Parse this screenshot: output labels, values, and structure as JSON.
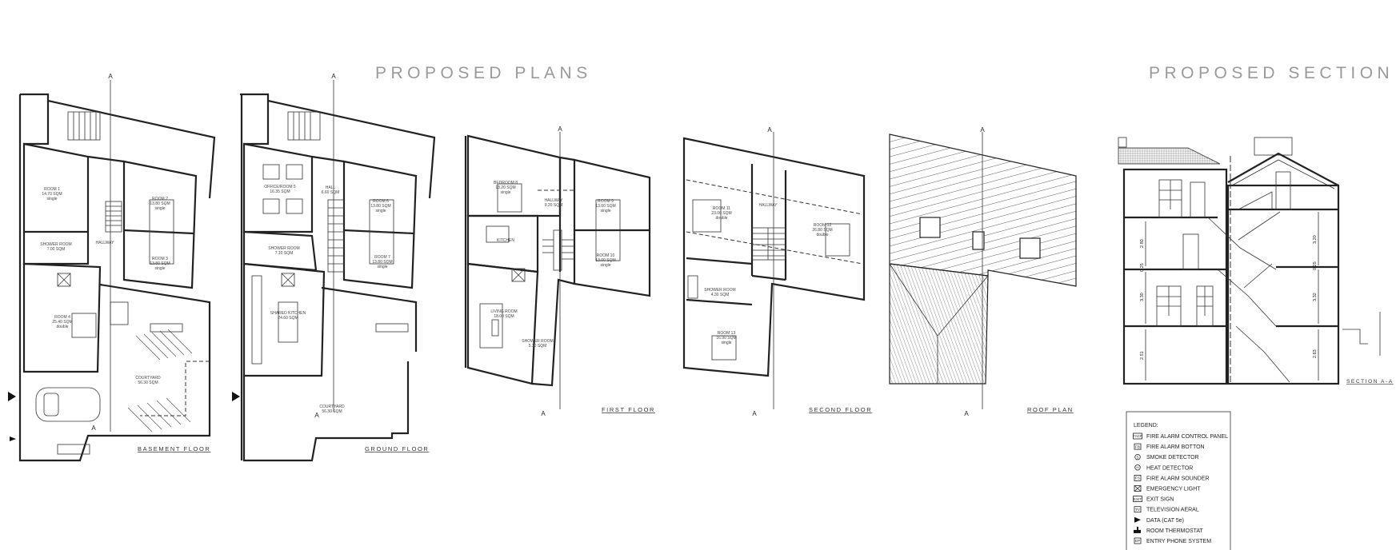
{
  "titles": {
    "plans": "PROPOSED PLANS",
    "section": "PROPOSED SECTION"
  },
  "section_marker": "A",
  "plans": {
    "basement": {
      "label": "BASEMENT FLOOR",
      "rooms": [
        {
          "name": "ROOM 1",
          "area": "14.70 SQM",
          "type": "single"
        },
        {
          "name": "ROOM 2",
          "area": "13.80 SQM",
          "type": "single"
        },
        {
          "name": "ROOM 3",
          "area": "13.80 SQM",
          "type": "single"
        },
        {
          "name": "SHOWER ROOM",
          "area": "7.00 SQM"
        },
        {
          "name": "HALLWAY"
        },
        {
          "name": "ROOM 4",
          "area": "25.40 SQM",
          "type": "double"
        },
        {
          "name": "COURTYARD",
          "area": "56.30 SQM"
        }
      ]
    },
    "ground": {
      "label": "GROUND FLOOR",
      "rooms": [
        {
          "name": "OFFICE/ROOM 5",
          "area": "16.35 SQM"
        },
        {
          "name": "HALL",
          "area": "6.60 SQM"
        },
        {
          "name": "ROOM 6",
          "area": "13.80 SQM",
          "type": "single"
        },
        {
          "name": "ROOM 7",
          "area": "13.80 SQM",
          "type": "single"
        },
        {
          "name": "SHOWER ROOM",
          "area": "7.10 SQM"
        },
        {
          "name": "SHARED KITCHEN",
          "area": "24.60 SQM"
        },
        {
          "name": "COURTYARD",
          "area": "56.30 SQM"
        }
      ]
    },
    "first": {
      "label": "FIRST FLOOR",
      "rooms": [
        {
          "name": "BEDROOM 8",
          "area": "13.20 SQM",
          "type": "single"
        },
        {
          "name": "HALLWAY",
          "area": "9.20 SQM"
        },
        {
          "name": "ROOM 9",
          "area": "13.00 SQM",
          "type": "single"
        },
        {
          "name": "KITCHEN"
        },
        {
          "name": "ROOM 10",
          "area": "13.00 SQM",
          "type": "single"
        },
        {
          "name": "LIVING ROOM",
          "area": "18.00 SQM"
        },
        {
          "name": "SHOWER ROOM",
          "area": "5.30 SQM"
        }
      ]
    },
    "second": {
      "label": "SECOND FLOOR",
      "rooms": [
        {
          "name": "ROOM 11",
          "area": "23.00 SQM",
          "type": "double"
        },
        {
          "name": "HALLWAY"
        },
        {
          "name": "ROOM 12",
          "area": "26.80 SQM",
          "type": "double"
        },
        {
          "name": "SHOWER ROOM",
          "area": "4.30 SQM"
        },
        {
          "name": "ROOM 13",
          "area": "16.90 SQM",
          "type": "single"
        }
      ]
    },
    "roof": {
      "label": "ROOF PLAN"
    }
  },
  "section": {
    "label": "SECTION A-A",
    "dims_left": [
      "2.80",
      "3.30",
      "2.51"
    ],
    "dims_right": [
      "3.20",
      "3.32",
      "2.63"
    ],
    "slab": "0.25"
  },
  "legend": {
    "title": "LEGEND:",
    "items": [
      {
        "icon": "fire-alarm-control-panel",
        "icon_text": "FACP",
        "label": "FIRE ALARM CONTROL PANEL"
      },
      {
        "icon": "fire-alarm-button",
        "icon_text": "FB",
        "label": "FIRE ALARM BOTTON"
      },
      {
        "icon": "smoke-detector",
        "icon_text": "S",
        "label": "SMOKE DETECTOR"
      },
      {
        "icon": "heat-detector",
        "icon_text": "H",
        "label": "HEAT DETECTOR"
      },
      {
        "icon": "fire-alarm-sounder",
        "icon_text": "FS",
        "label": "FIRE ALARM SOUNDER"
      },
      {
        "icon": "emergency-light",
        "icon_text": "",
        "label": "EMERGENCY LIGHT"
      },
      {
        "icon": "exit-sign",
        "icon_text": "EXIT",
        "label": "EXIT SIGN"
      },
      {
        "icon": "television-aerial",
        "icon_text": "TV",
        "label": "TELEVISION AERAL"
      },
      {
        "icon": "data-outlet",
        "icon_text": "",
        "label": "DATA (CAT 5e)"
      },
      {
        "icon": "room-thermostat",
        "icon_text": "",
        "label": "ROOM THERMOSTAT"
      },
      {
        "icon": "entry-phone",
        "icon_text": "EP",
        "label": "ENTRY PHONE SYSTEM"
      }
    ]
  }
}
